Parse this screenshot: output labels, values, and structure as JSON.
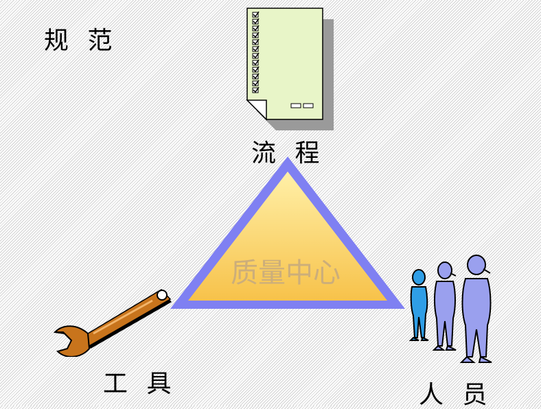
{
  "labels": {
    "title": "规 范",
    "process": "流 程",
    "tool": "工 具",
    "people": "人 员",
    "center": "质量中心"
  },
  "colors": {
    "triangle_border": "#7f80f2",
    "triangle_fill_top": "#fff0a8",
    "triangle_fill_bottom": "#f7c24a",
    "document_fill": "#e8f5c8",
    "document_shadow": "#9a9a9a",
    "wrench": "#c8741c",
    "person_blue": "#2f9ee6",
    "person_lavender": "#9aa0ee"
  },
  "icons": [
    "checklist-document-icon",
    "wrench-icon",
    "people-group-icon"
  ]
}
